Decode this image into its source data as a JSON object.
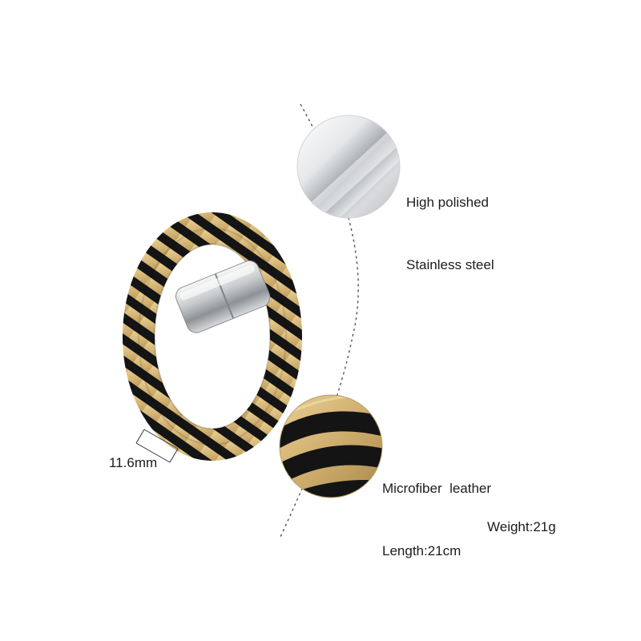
{
  "features": {
    "steel": {
      "line1": "High polished",
      "line2": "Stainless steel"
    },
    "leather": {
      "line1": "Microfiber  leather",
      "line2": "Length:21cm"
    },
    "weight": "Weight:21g"
  },
  "dimension": {
    "band_width": "11.6mm"
  },
  "colors": {
    "background": "#ffffff",
    "leather_gold": "#d2b57a",
    "leather_black": "#141414",
    "steel": "#c9ccd0",
    "dashed_line": "#555555",
    "text": "#1c1c1c"
  }
}
